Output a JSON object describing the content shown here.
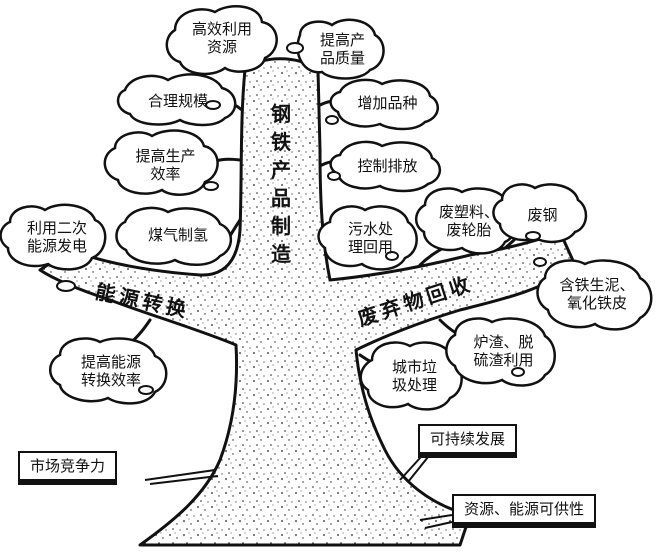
{
  "trunk": {
    "title": "钢\n铁\n产\n品\n制\n造"
  },
  "branches": {
    "left": "能源转换",
    "right": "废弃物回收"
  },
  "clouds": {
    "efficient_resources": "高效利用\n资源",
    "quality": "提高产\n品质量",
    "reasonable_scale": "合理规模",
    "variety": "增加品种",
    "productivity": "提高生产\n效率",
    "emission": "控制排放",
    "secondary_energy": "利用二次\n能源发电",
    "gas_hydrogen": "煤气制氢",
    "wastewater": "污水处\n理回用",
    "plastic_tire": "废塑料、\n废轮胎",
    "scrap_steel": "废钢",
    "iron_sludge": "含铁生泥、\n氧化铁皮",
    "conversion_efficiency": "提高能源\n转换效率",
    "urban_waste": "城市垃\n圾处理",
    "slag": "炉渣、脱\n硫渣利用"
  },
  "labels": {
    "competitiveness": "市场竞争力",
    "sustainable": "可持续发展",
    "supply": "资源、能源可供性"
  }
}
